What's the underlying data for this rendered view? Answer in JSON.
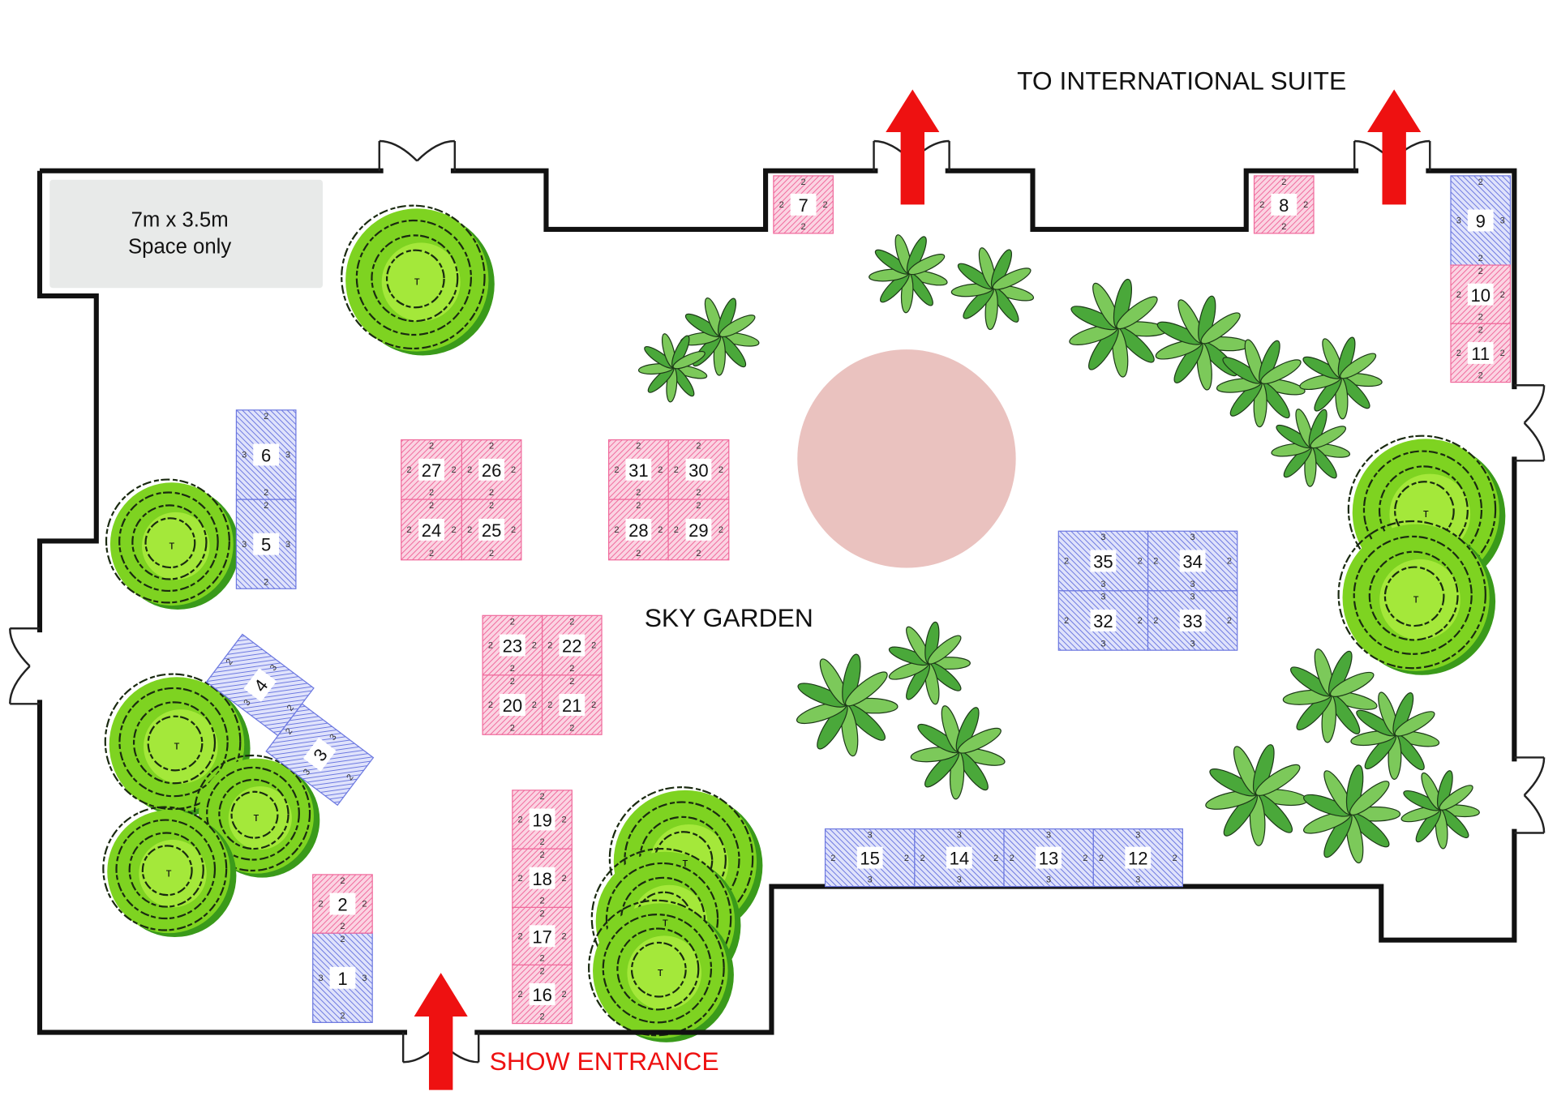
{
  "labels": {
    "space_only_line1": "7m x 3.5m",
    "space_only_line2": "Space only",
    "sky_garden": "SKY GARDEN",
    "international_suite": "TO INTERNATIONAL SUITE",
    "show_entrance": "SHOW ENTRANCE"
  },
  "colors": {
    "pink_stand": "#f06a9c",
    "blue_stand": "#6c78e0",
    "wall": "#111111",
    "arrow": "#ee1111",
    "feature_circle": "#eac2bf",
    "space_box": "#e8eae9"
  },
  "stands": [
    {
      "number": "1",
      "type": "blue",
      "dims": [
        "2",
        "3",
        "2",
        "3"
      ]
    },
    {
      "number": "2",
      "type": "pink",
      "dims": [
        "2",
        "2",
        "2",
        "2"
      ]
    },
    {
      "number": "3",
      "type": "blue",
      "dims": [
        "2",
        "3",
        "2",
        "3"
      ]
    },
    {
      "number": "4",
      "type": "blue",
      "dims": [
        "2",
        "3",
        "2",
        "3"
      ]
    },
    {
      "number": "5",
      "type": "blue",
      "dims": [
        "2",
        "3",
        "2",
        "3"
      ]
    },
    {
      "number": "6",
      "type": "blue",
      "dims": [
        "2",
        "3",
        "2",
        "3"
      ]
    },
    {
      "number": "7",
      "type": "pink",
      "dims": [
        "2",
        "2",
        "2",
        "2"
      ]
    },
    {
      "number": "8",
      "type": "pink",
      "dims": [
        "2",
        "2",
        "2",
        "2"
      ]
    },
    {
      "number": "9",
      "type": "blue",
      "dims": [
        "2",
        "3",
        "2",
        "3"
      ]
    },
    {
      "number": "10",
      "type": "pink",
      "dims": [
        "2",
        "2",
        "2",
        "2"
      ]
    },
    {
      "number": "11",
      "type": "pink",
      "dims": [
        "2",
        "2",
        "2",
        "2"
      ]
    },
    {
      "number": "12",
      "type": "blue",
      "dims": [
        "3",
        "2",
        "3",
        "2"
      ]
    },
    {
      "number": "13",
      "type": "blue",
      "dims": [
        "3",
        "2",
        "3",
        "2"
      ]
    },
    {
      "number": "14",
      "type": "blue",
      "dims": [
        "3",
        "2",
        "3",
        "2"
      ]
    },
    {
      "number": "15",
      "type": "blue",
      "dims": [
        "3",
        "2",
        "3",
        "2"
      ]
    },
    {
      "number": "16",
      "type": "pink",
      "dims": [
        "2",
        "2",
        "2",
        "2"
      ]
    },
    {
      "number": "17",
      "type": "pink",
      "dims": [
        "2",
        "2",
        "2",
        "2"
      ]
    },
    {
      "number": "18",
      "type": "pink",
      "dims": [
        "2",
        "2",
        "2",
        "2"
      ]
    },
    {
      "number": "19",
      "type": "pink",
      "dims": [
        "2",
        "2",
        "2",
        "2"
      ]
    },
    {
      "number": "20",
      "type": "pink",
      "dims": [
        "2",
        "2",
        "2",
        "2"
      ]
    },
    {
      "number": "21",
      "type": "pink",
      "dims": [
        "2",
        "2",
        "2",
        "2"
      ]
    },
    {
      "number": "22",
      "type": "pink",
      "dims": [
        "2",
        "2",
        "2",
        "2"
      ]
    },
    {
      "number": "23",
      "type": "pink",
      "dims": [
        "2",
        "2",
        "2",
        "2"
      ]
    },
    {
      "number": "24",
      "type": "pink",
      "dims": [
        "2",
        "2",
        "2",
        "2"
      ]
    },
    {
      "number": "25",
      "type": "pink",
      "dims": [
        "2",
        "2",
        "2",
        "2"
      ]
    },
    {
      "number": "26",
      "type": "pink",
      "dims": [
        "2",
        "2",
        "2",
        "2"
      ]
    },
    {
      "number": "27",
      "type": "pink",
      "dims": [
        "2",
        "2",
        "2",
        "2"
      ]
    },
    {
      "number": "28",
      "type": "pink",
      "dims": [
        "2",
        "2",
        "2",
        "2"
      ]
    },
    {
      "number": "29",
      "type": "pink",
      "dims": [
        "2",
        "2",
        "2",
        "2"
      ]
    },
    {
      "number": "30",
      "type": "pink",
      "dims": [
        "2",
        "2",
        "2",
        "2"
      ]
    },
    {
      "number": "31",
      "type": "pink",
      "dims": [
        "2",
        "2",
        "2",
        "2"
      ]
    },
    {
      "number": "32",
      "type": "blue",
      "dims": [
        "3",
        "2",
        "3",
        "2"
      ]
    },
    {
      "number": "33",
      "type": "blue",
      "dims": [
        "3",
        "2",
        "3",
        "2"
      ]
    },
    {
      "number": "34",
      "type": "blue",
      "dims": [
        "3",
        "2",
        "3",
        "2"
      ]
    },
    {
      "number": "35",
      "type": "blue",
      "dims": [
        "3",
        "2",
        "3",
        "2"
      ]
    }
  ]
}
